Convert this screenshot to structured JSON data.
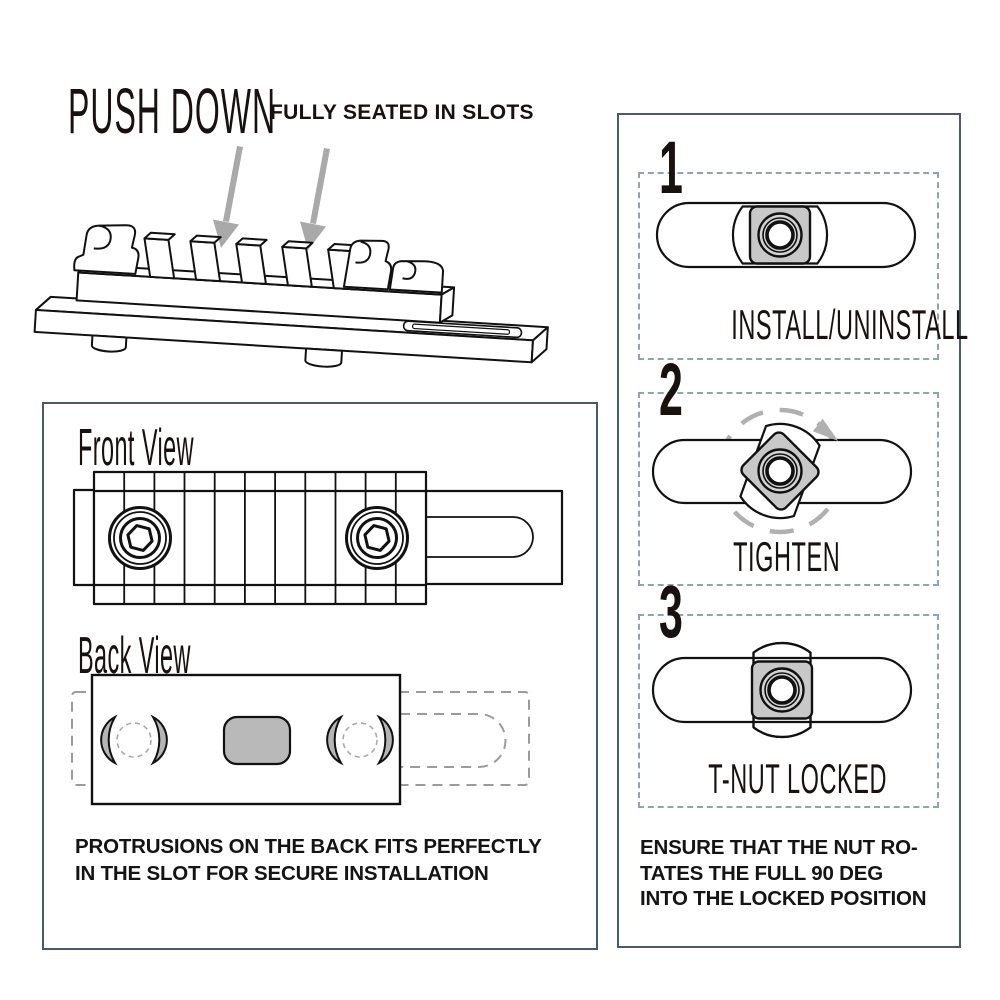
{
  "header": {
    "title": "PUSH DOWN",
    "subtitle": "FULLY SEATED IN SLOTS"
  },
  "left_panel": {
    "front_view_label": "Front View",
    "back_view_label": "Back View",
    "caption_line1": "PROTRUSIONS ON THE BACK FITS PERFECTLY",
    "caption_line2": "IN THE SLOT FOR SECURE INSTALLATION"
  },
  "right_panel": {
    "steps": [
      {
        "number": "1",
        "label": "INSTALL/UNINSTALL"
      },
      {
        "number": "2",
        "label": "TIGHTEN"
      },
      {
        "number": "3",
        "label": "T-NUT LOCKED"
      }
    ],
    "caption_line1": "ENSURE THAT THE NUT RO-",
    "caption_line2": "TATES THE FULL 90 DEG",
    "caption_line3": "INTO THE LOCKED POSITION"
  },
  "icons": {
    "push_arrows": "down-arrow",
    "rotate_arrow": "clockwise-rotation-arrow"
  },
  "colors": {
    "panel_border": "#4b5b64",
    "dashed_box": "#94a2ae",
    "line_art": "#111111",
    "arrow_gray": "#a9a9a9",
    "rotate_arrow_gray": "#b0b0b0",
    "nut_gray": "#c8c8c8",
    "protrusion_gray": "#b5b5b5",
    "back_dash_gray": "#9b9b9b",
    "text_dark": "#141414"
  }
}
